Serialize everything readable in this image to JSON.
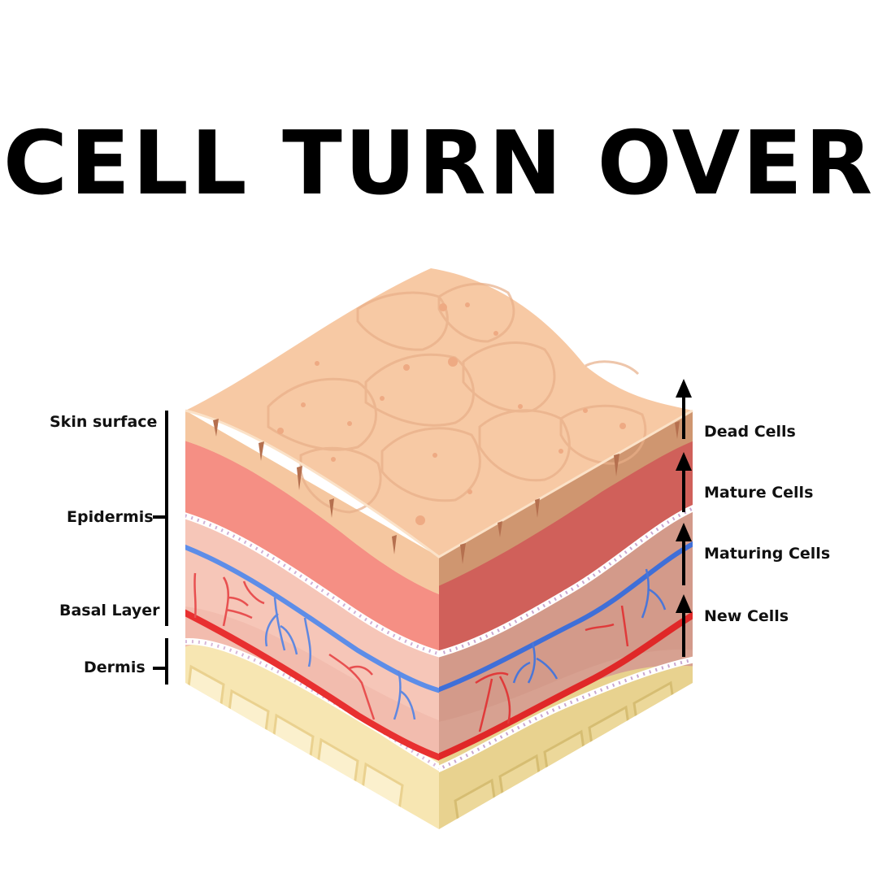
{
  "title": "CELL TURN OVER",
  "left_labels": {
    "skin_surface": "Skin surface",
    "epidermis": "Epidermis",
    "basal_layer": "Basal Layer",
    "dermis": "Dermis"
  },
  "right_labels": {
    "dead_cells": "Dead Cells",
    "mature_cells": "Mature Cells",
    "maturing_cells": "Maturing Cells",
    "new_cells": "New Cells"
  },
  "colors": {
    "surface": "#f7c9a4",
    "epidermis_red": "#f5877c",
    "basal_pink": "#f4c0b0",
    "dermis_fat": "#f7e6b2",
    "blue_vessel": "#5d8de8",
    "red_vessel": "#e83030"
  }
}
